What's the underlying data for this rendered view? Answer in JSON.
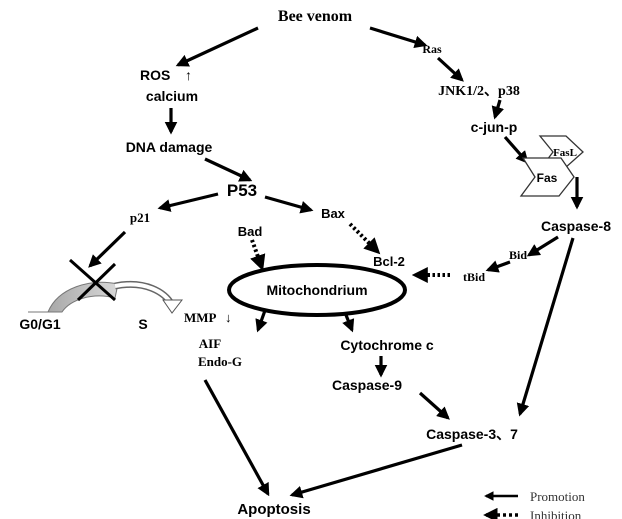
{
  "nodes": {
    "bee_venom": "Bee venom",
    "ras": "Ras",
    "ros": "ROS",
    "ros_arrow": "↑",
    "calcium": "calcium",
    "jnk": "JNK1/2、p38",
    "dna_damage": "DNA damage",
    "cjun": "c-jun-p",
    "fasl": "FasL",
    "fas": "Fas",
    "p53": "P53",
    "p21": "p21",
    "bax": "Bax",
    "bad": "Bad",
    "caspase8": "Caspase-8",
    "bid": "Bid",
    "bcl2": "Bcl-2",
    "tbid": "tBid",
    "mitochondrium": "Mitochondrium",
    "g0g1": "G0/G1",
    "s_phase": "S",
    "mmp": "MMP",
    "mmp_arrow": "↓",
    "aif": "AIF",
    "endog": "Endo-G",
    "cytochrome": "Cytochrome c",
    "caspase9": "Caspase-9",
    "caspase37": "Caspase-3、7",
    "apoptosis": "Apoptosis"
  },
  "legend": {
    "promotion": "Promotion",
    "inhibition": "Inhibition"
  }
}
